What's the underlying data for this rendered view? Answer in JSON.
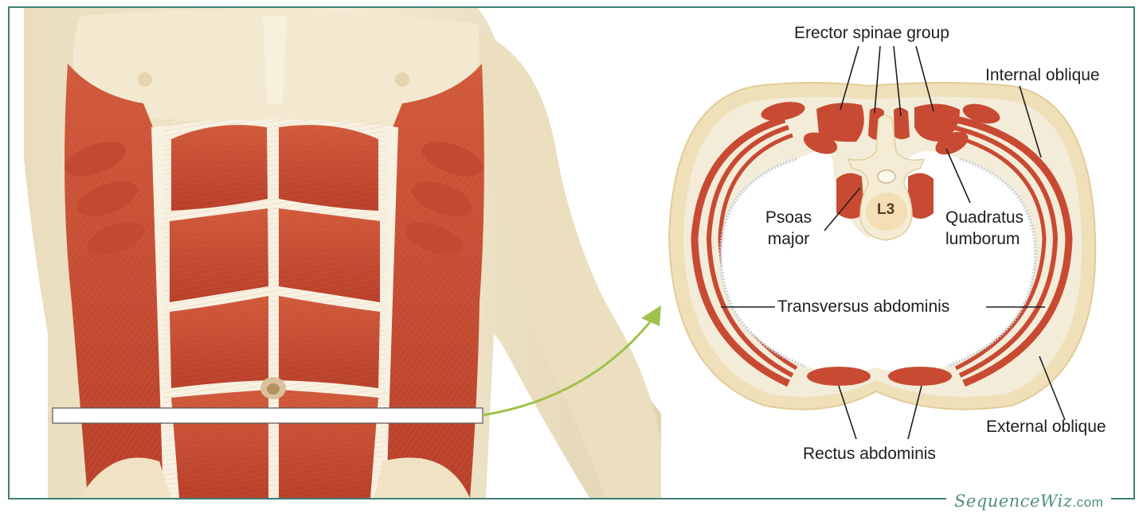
{
  "labels": {
    "erector_spinae": "Erector spinae group",
    "internal_oblique": "Internal oblique",
    "psoas_major_line1": "Psoas",
    "psoas_major_line2": "major",
    "vertebra": "L3",
    "quadratus_line1": "Quadratus",
    "quadratus_line2": "lumborum",
    "transversus": "Transversus abdominis",
    "external_oblique": "External oblique",
    "rectus": "Rectus abdominis"
  },
  "watermark": {
    "name": "SequenceWiz",
    "tld": ".com"
  },
  "colors": {
    "muscle": "#c84a32",
    "muscle_dark": "#a83824",
    "skin": "#efe3c4",
    "skin_edge": "#e7d2a6",
    "fascia": "#f3eee0",
    "arrow": "#9fc24a",
    "frame": "#3f7f76"
  }
}
